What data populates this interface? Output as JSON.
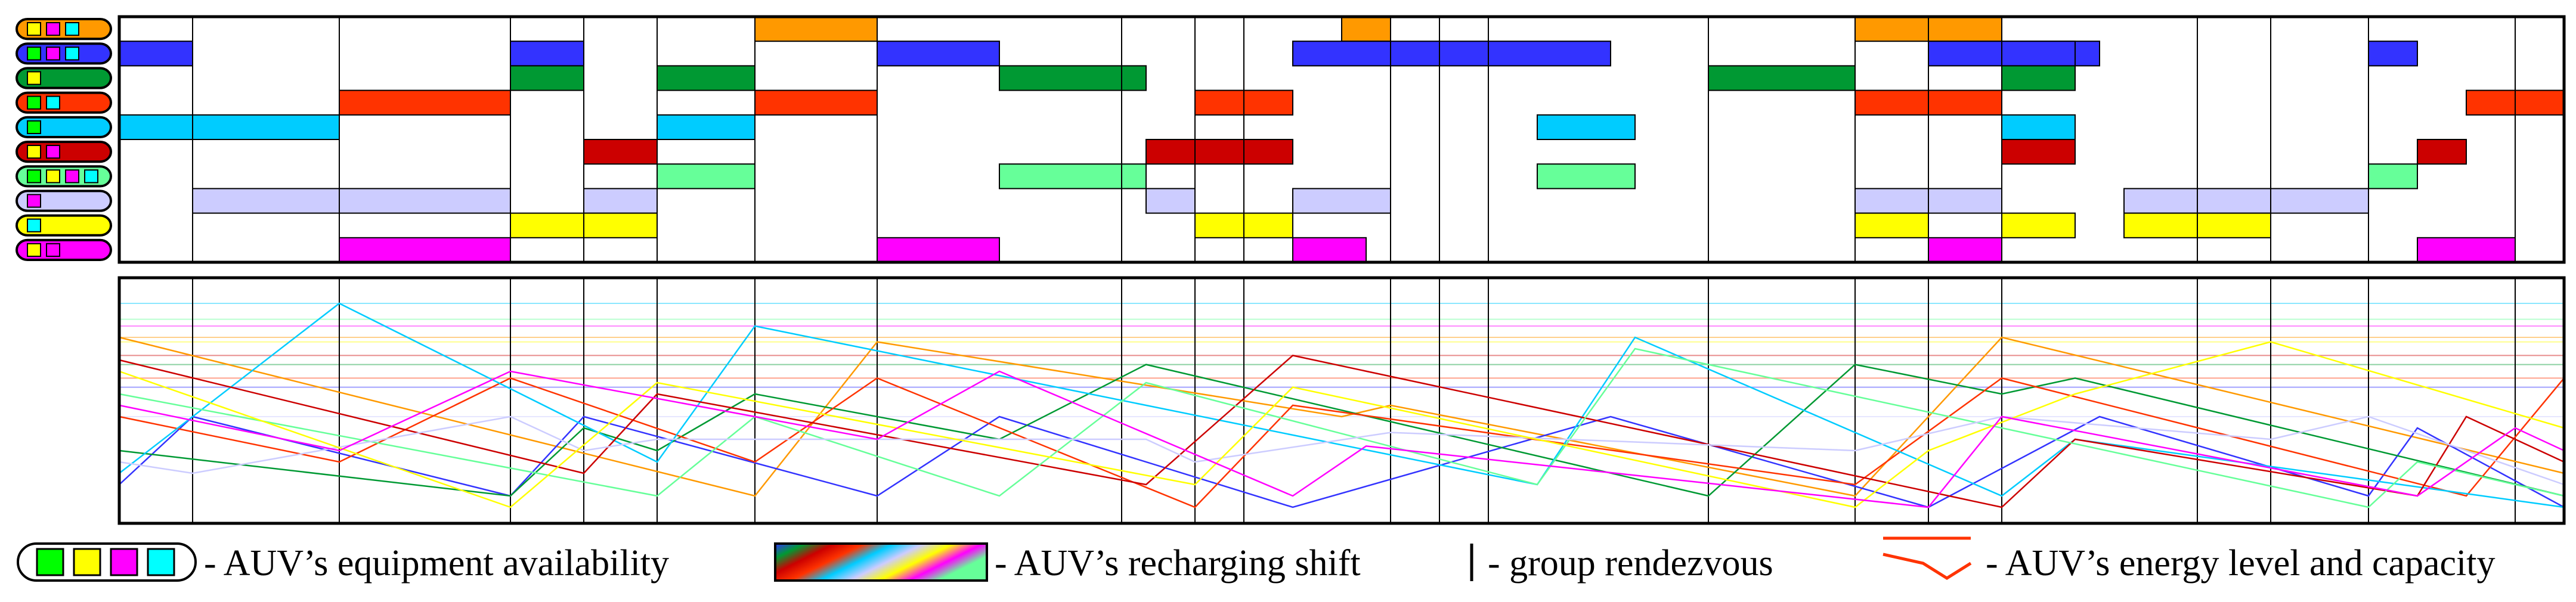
{
  "auv_colors": [
    "#ff9900",
    "#3333ff",
    "#009933",
    "#ff3300",
    "#00ccff",
    "#cc0000",
    "#66ff99",
    "#ccccff",
    "#ffff00",
    "#ff00ff"
  ],
  "equipment_colors": {
    "green": "#00ff00",
    "yellow": "#ffff00",
    "magenta": "#ff00ff",
    "cyan": "#00ffff"
  },
  "equipment": [
    [
      "yellow",
      "magenta",
      "cyan"
    ],
    [
      "green",
      "magenta",
      "cyan"
    ],
    [
      "yellow"
    ],
    [
      "green",
      "cyan"
    ],
    [
      "green"
    ],
    [
      "yellow",
      "magenta"
    ],
    [
      "green",
      "yellow",
      "magenta",
      "cyan"
    ],
    [
      "magenta"
    ],
    [
      "cyan"
    ],
    [
      "yellow",
      "magenta"
    ]
  ],
  "timeline": {
    "t_max": 100
  },
  "rendezvous": [
    0,
    3,
    9,
    16,
    19,
    22,
    26,
    31,
    41,
    44,
    46,
    52,
    54,
    56,
    65,
    71,
    74,
    77,
    85,
    88,
    92,
    98,
    100
  ],
  "recharge_shifts": [
    {
      "auv": 0,
      "start": 26,
      "end": 31
    },
    {
      "auv": 0,
      "start": 50,
      "end": 52
    },
    {
      "auv": 0,
      "start": 71,
      "end": 77
    },
    {
      "auv": 1,
      "start": 0,
      "end": 3
    },
    {
      "auv": 1,
      "start": 16,
      "end": 19
    },
    {
      "auv": 1,
      "start": 31,
      "end": 36
    },
    {
      "auv": 1,
      "start": 48,
      "end": 52
    },
    {
      "auv": 1,
      "start": 52,
      "end": 56
    },
    {
      "auv": 1,
      "start": 56,
      "end": 61
    },
    {
      "auv": 1,
      "start": 74,
      "end": 77
    },
    {
      "auv": 1,
      "start": 77,
      "end": 81
    },
    {
      "auv": 1,
      "start": 77,
      "end": 80
    },
    {
      "auv": 1,
      "start": 92,
      "end": 94
    },
    {
      "auv": 2,
      "start": 16,
      "end": 19
    },
    {
      "auv": 2,
      "start": 22,
      "end": 26
    },
    {
      "auv": 2,
      "start": 36,
      "end": 42
    },
    {
      "auv": 2,
      "start": 65,
      "end": 71
    },
    {
      "auv": 2,
      "start": 77,
      "end": 80
    },
    {
      "auv": 3,
      "start": 9,
      "end": 16
    },
    {
      "auv": 3,
      "start": 26,
      "end": 31
    },
    {
      "auv": 3,
      "start": 44,
      "end": 48
    },
    {
      "auv": 3,
      "start": 71,
      "end": 77
    },
    {
      "auv": 3,
      "start": 96,
      "end": 100
    },
    {
      "auv": 4,
      "start": 0,
      "end": 9
    },
    {
      "auv": 4,
      "start": 22,
      "end": 26
    },
    {
      "auv": 4,
      "start": 58,
      "end": 62
    },
    {
      "auv": 4,
      "start": 77,
      "end": 80
    },
    {
      "auv": 5,
      "start": 19,
      "end": 22
    },
    {
      "auv": 5,
      "start": 42,
      "end": 44
    },
    {
      "auv": 5,
      "start": 44,
      "end": 48
    },
    {
      "auv": 5,
      "start": 77,
      "end": 80
    },
    {
      "auv": 5,
      "start": 94,
      "end": 96
    },
    {
      "auv": 6,
      "start": 22,
      "end": 26
    },
    {
      "auv": 6,
      "start": 36,
      "end": 42
    },
    {
      "auv": 6,
      "start": 58,
      "end": 62
    },
    {
      "auv": 6,
      "start": 92,
      "end": 94
    },
    {
      "auv": 7,
      "start": 3,
      "end": 16
    },
    {
      "auv": 7,
      "start": 19,
      "end": 22
    },
    {
      "auv": 7,
      "start": 42,
      "end": 44
    },
    {
      "auv": 7,
      "start": 48,
      "end": 52
    },
    {
      "auv": 7,
      "start": 71,
      "end": 77
    },
    {
      "auv": 7,
      "start": 82,
      "end": 88
    },
    {
      "auv": 7,
      "start": 88,
      "end": 92
    },
    {
      "auv": 8,
      "start": 16,
      "end": 19
    },
    {
      "auv": 8,
      "start": 19,
      "end": 22
    },
    {
      "auv": 8,
      "start": 44,
      "end": 48
    },
    {
      "auv": 8,
      "start": 71,
      "end": 74
    },
    {
      "auv": 8,
      "start": 77,
      "end": 80
    },
    {
      "auv": 8,
      "start": 82,
      "end": 88
    },
    {
      "auv": 9,
      "start": 9,
      "end": 16
    },
    {
      "auv": 9,
      "start": 31,
      "end": 36
    },
    {
      "auv": 9,
      "start": 48,
      "end": 51
    },
    {
      "auv": 9,
      "start": 74,
      "end": 77
    },
    {
      "auv": 9,
      "start": 94,
      "end": 98
    }
  ],
  "energy": {
    "capacities": [
      0.8,
      0.58,
      0.68,
      0.62,
      0.95,
      0.72,
      0.88,
      0.45,
      0.78,
      0.85
    ],
    "series": [
      [
        [
          0,
          0.8
        ],
        [
          26,
          0.1
        ],
        [
          31,
          0.78
        ],
        [
          50,
          0.45
        ],
        [
          52,
          0.5
        ],
        [
          71,
          0.1
        ],
        [
          77,
          0.8
        ],
        [
          100,
          0.2
        ]
      ],
      [
        [
          0,
          0.15
        ],
        [
          3,
          0.45
        ],
        [
          16,
          0.1
        ],
        [
          19,
          0.45
        ],
        [
          31,
          0.1
        ],
        [
          36,
          0.45
        ],
        [
          48,
          0.05
        ],
        [
          61,
          0.45
        ],
        [
          74,
          0.05
        ],
        [
          81,
          0.45
        ],
        [
          92,
          0.1
        ],
        [
          94,
          0.4
        ],
        [
          100,
          0.05
        ]
      ],
      [
        [
          0,
          0.3
        ],
        [
          16,
          0.1
        ],
        [
          19,
          0.4
        ],
        [
          22,
          0.3
        ],
        [
          26,
          0.55
        ],
        [
          36,
          0.35
        ],
        [
          42,
          0.68
        ],
        [
          65,
          0.1
        ],
        [
          71,
          0.68
        ],
        [
          77,
          0.55
        ],
        [
          80,
          0.62
        ],
        [
          100,
          0.1
        ]
      ],
      [
        [
          0,
          0.45
        ],
        [
          9,
          0.25
        ],
        [
          16,
          0.62
        ],
        [
          26,
          0.25
        ],
        [
          31,
          0.62
        ],
        [
          44,
          0.05
        ],
        [
          48,
          0.5
        ],
        [
          71,
          0.15
        ],
        [
          77,
          0.62
        ],
        [
          96,
          0.1
        ],
        [
          100,
          0.62
        ]
      ],
      [
        [
          0,
          0.2
        ],
        [
          9,
          0.95
        ],
        [
          22,
          0.25
        ],
        [
          26,
          0.85
        ],
        [
          58,
          0.15
        ],
        [
          62,
          0.8
        ],
        [
          77,
          0.1
        ],
        [
          80,
          0.35
        ],
        [
          100,
          0.05
        ]
      ],
      [
        [
          0,
          0.7
        ],
        [
          19,
          0.2
        ],
        [
          22,
          0.55
        ],
        [
          42,
          0.15
        ],
        [
          48,
          0.72
        ],
        [
          77,
          0.05
        ],
        [
          80,
          0.35
        ],
        [
          94,
          0.1
        ],
        [
          96,
          0.45
        ],
        [
          100,
          0.25
        ]
      ],
      [
        [
          0,
          0.55
        ],
        [
          22,
          0.1
        ],
        [
          26,
          0.45
        ],
        [
          36,
          0.1
        ],
        [
          42,
          0.6
        ],
        [
          58,
          0.15
        ],
        [
          62,
          0.75
        ],
        [
          92,
          0.05
        ],
        [
          94,
          0.25
        ],
        [
          100,
          0.1
        ]
      ],
      [
        [
          0,
          0.25
        ],
        [
          3,
          0.2
        ],
        [
          16,
          0.45
        ],
        [
          19,
          0.3
        ],
        [
          22,
          0.35
        ],
        [
          42,
          0.35
        ],
        [
          44,
          0.25
        ],
        [
          52,
          0.38
        ],
        [
          71,
          0.3
        ],
        [
          77,
          0.45
        ],
        [
          88,
          0.35
        ],
        [
          92,
          0.45
        ],
        [
          100,
          0.15
        ]
      ],
      [
        [
          0,
          0.65
        ],
        [
          16,
          0.05
        ],
        [
          22,
          0.6
        ],
        [
          44,
          0.15
        ],
        [
          48,
          0.58
        ],
        [
          71,
          0.05
        ],
        [
          74,
          0.3
        ],
        [
          80,
          0.55
        ],
        [
          88,
          0.78
        ],
        [
          100,
          0.4
        ]
      ],
      [
        [
          0,
          0.5
        ],
        [
          9,
          0.3
        ],
        [
          16,
          0.65
        ],
        [
          31,
          0.35
        ],
        [
          36,
          0.65
        ],
        [
          48,
          0.1
        ],
        [
          51,
          0.32
        ],
        [
          74,
          0.05
        ],
        [
          77,
          0.45
        ],
        [
          94,
          0.1
        ],
        [
          98,
          0.4
        ],
        [
          100,
          0.3
        ]
      ]
    ]
  },
  "legend": {
    "equipment_text": "- AUV’s equipment availability",
    "recharge_text": "- AUV’s recharging shift",
    "rendezvous_text": "- group rendezvous",
    "energy_text": "- AUV’s energy level and capacity",
    "equipment_sample": [
      "green",
      "yellow",
      "magenta",
      "cyan"
    ],
    "gradient_colors": [
      "#3333ff",
      "#009933",
      "#cc0000",
      "#ff3300",
      "#00ccff",
      "#ccccff",
      "#ffff00",
      "#ff00ff",
      "#66ff99"
    ]
  }
}
